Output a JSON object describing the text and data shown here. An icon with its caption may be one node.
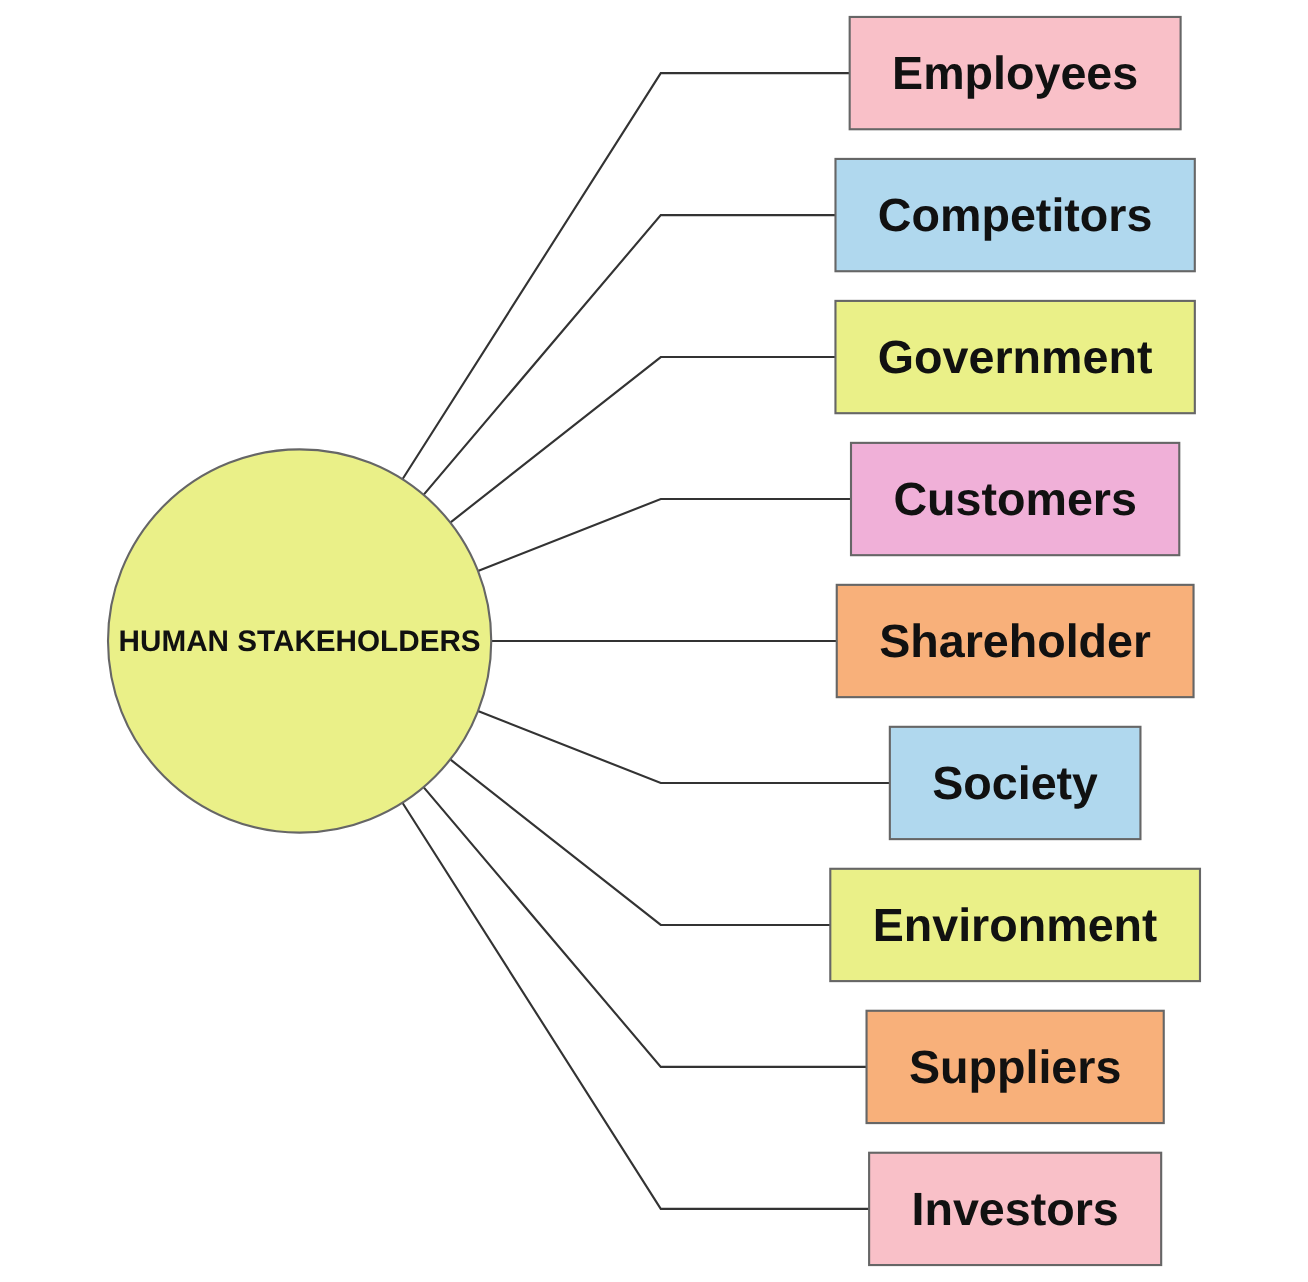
{
  "diagram": {
    "nodes": [
      {
        "text": [
          "HUMAN STAKEHOLDERS"
        ]
      },
      {
        "text": [
          "Employees"
        ]
      },
      {
        "text": [
          "Competitors"
        ]
      },
      {
        "text": [
          "Government"
        ]
      },
      {
        "text": [
          "Customers"
        ]
      },
      {
        "text": [
          "Shareholder"
        ]
      },
      {
        "text": [
          "Society"
        ]
      },
      {
        "text": [
          "Environment"
        ]
      },
      {
        "text": [
          "Suppliers"
        ]
      },
      {
        "text": [
          "Investors"
        ]
      }
    ],
    "edges": [
      {
        "from": 0,
        "to": 1,
        "arrow": "none"
      },
      {
        "from": 0,
        "to": 2,
        "arrow": "none"
      },
      {
        "from": 0,
        "to": 3,
        "arrow": "none"
      },
      {
        "from": 0,
        "to": 4,
        "arrow": "none"
      },
      {
        "from": 0,
        "to": 5,
        "arrow": "none"
      },
      {
        "from": 0,
        "to": 6,
        "arrow": "none"
      },
      {
        "from": 0,
        "to": 7,
        "arrow": "none"
      },
      {
        "from": 0,
        "to": 8,
        "arrow": "none"
      },
      {
        "from": 0,
        "to": 9,
        "arrow": "none"
      }
    ]
  }
}
